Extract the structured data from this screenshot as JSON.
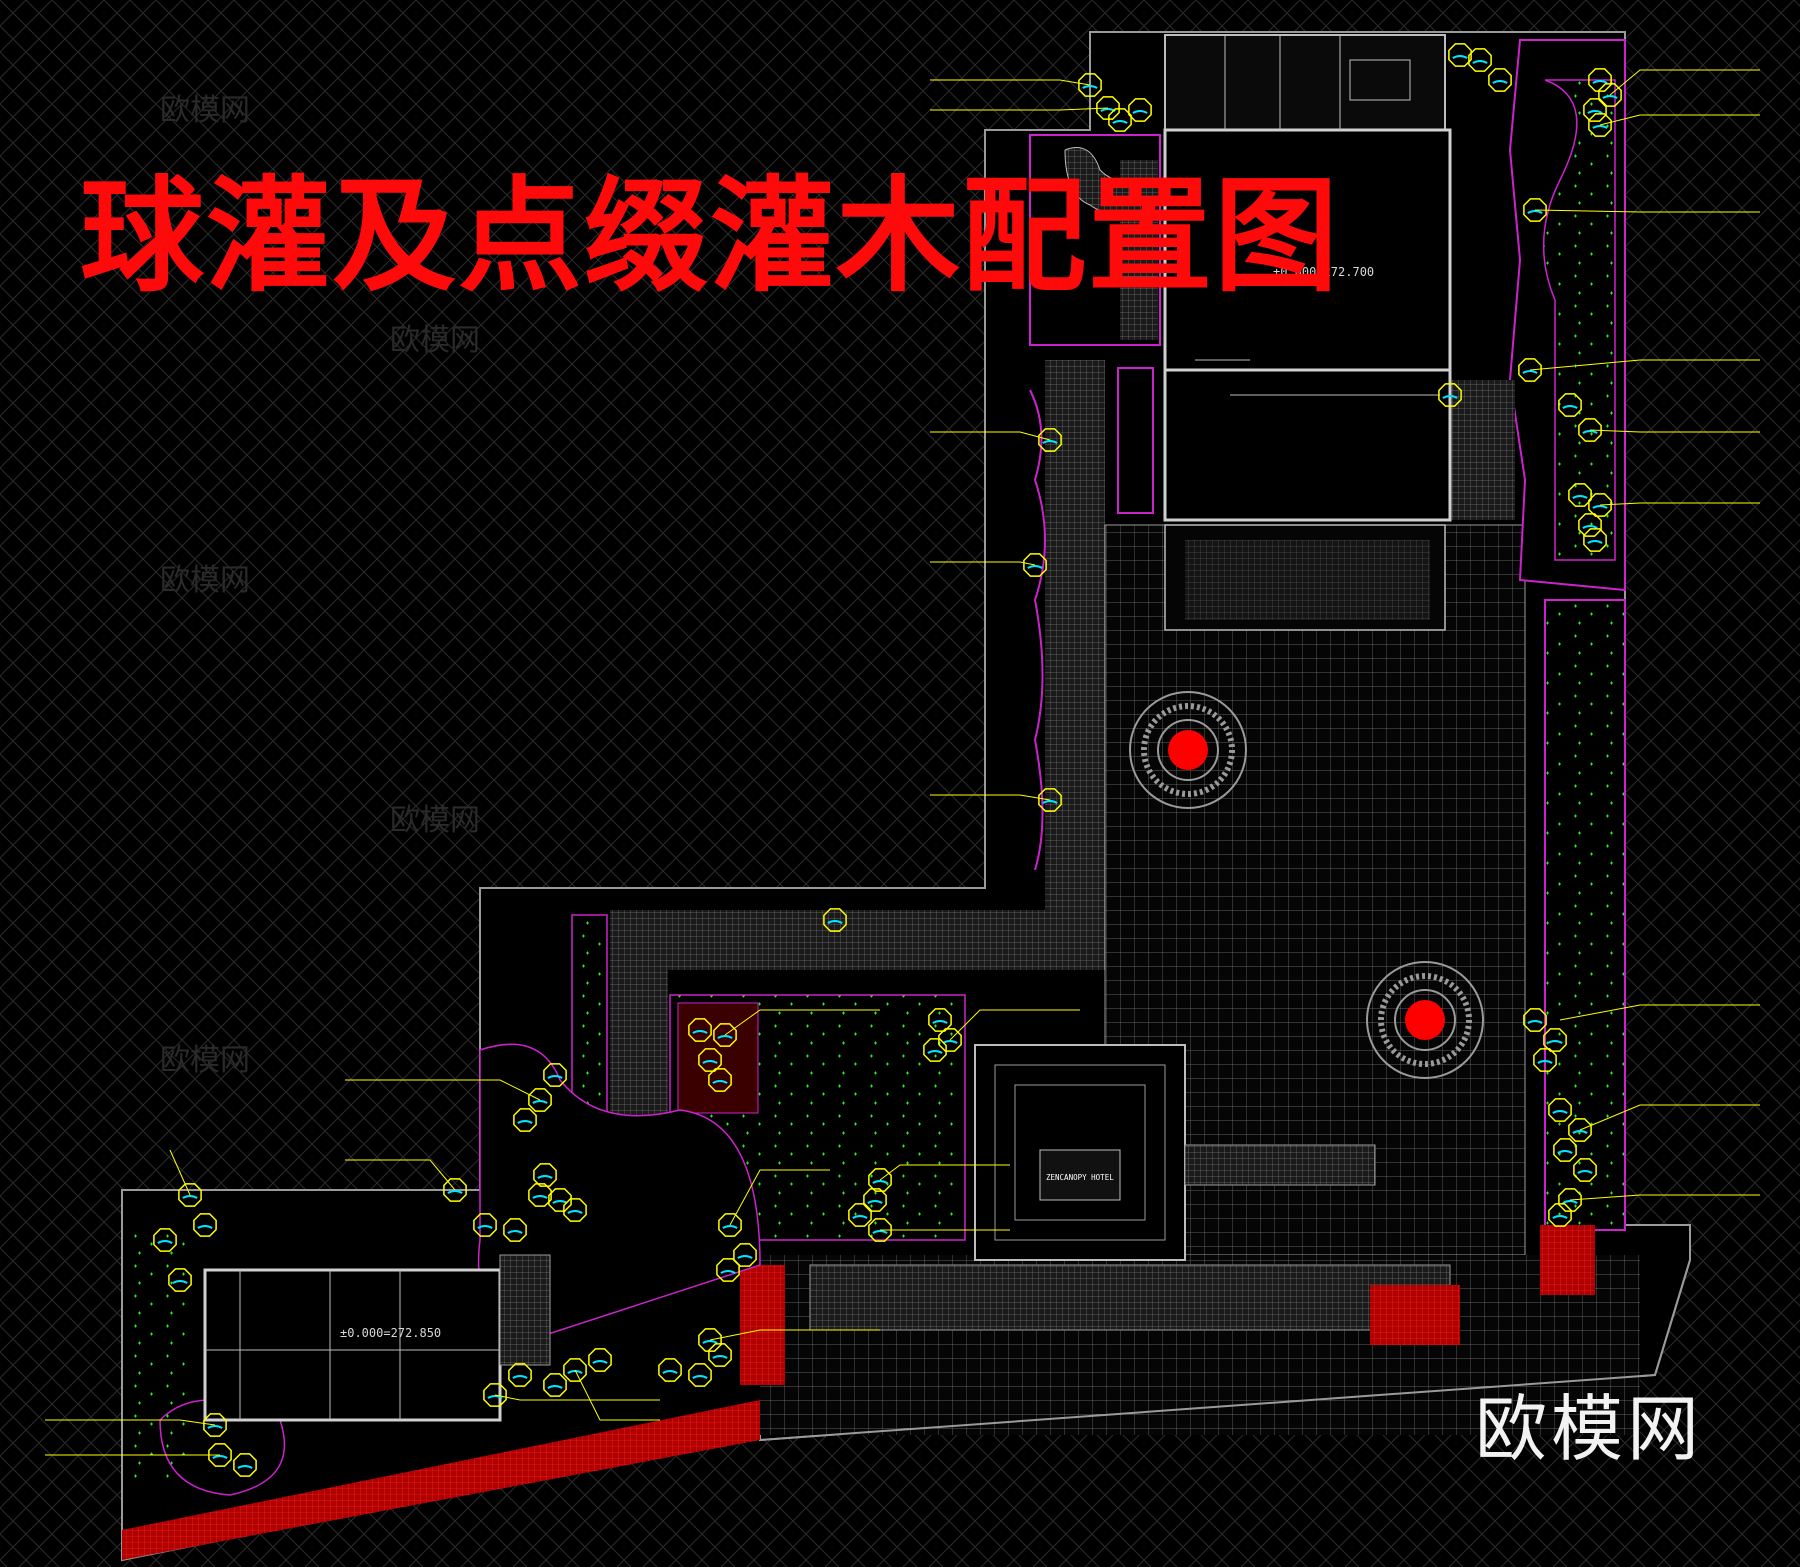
{
  "drawing": {
    "title": "球灌及点缀灌木配置图",
    "watermark": "欧模网",
    "elevation_main": "±0.000=272.700",
    "elevation_small": "±0.000=272.850",
    "entrance_label": "ZENCANOPY HOTEL"
  },
  "colors": {
    "background": "#000000",
    "title": "#ff0a0a",
    "boundary": "#cc22cc",
    "paving": "#8a8a8a",
    "callout_line": "#ffff00",
    "shrub_marker": "#ffff00",
    "accent_cyan": "#00e5ff",
    "planting": "#22ff22",
    "feature": "#ff0000"
  },
  "icons": {
    "shrub": "octagon-shrub-icon",
    "fountain": "circular-fountain-icon"
  }
}
